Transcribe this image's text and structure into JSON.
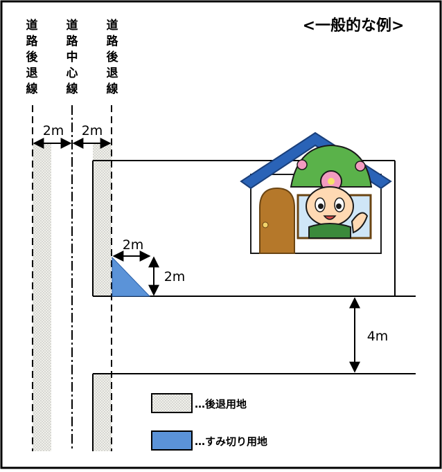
{
  "title": "<一般的な例>",
  "line_labels": {
    "left_setback": [
      "道",
      "路",
      "後",
      "退",
      "線"
    ],
    "center": [
      "道",
      "路",
      "中",
      "心",
      "線"
    ],
    "right_setback": [
      "道",
      "路",
      "後",
      "退",
      "線"
    ]
  },
  "dimensions": {
    "left_setback_width": "2m",
    "right_setback_width": "2m",
    "corner_horizontal": "2m",
    "corner_vertical": "2m",
    "road_width": "4m"
  },
  "legend": {
    "setback_label": "…後退用地",
    "corner_label": "…すみ切り用地"
  },
  "colors": {
    "roof": "#2a63b7",
    "corner_cut": "#5b93d8",
    "door": "#b5782a",
    "mascot_helmet": "#5ab24a"
  },
  "icons": [
    "house-icon",
    "mascot-character-icon"
  ]
}
